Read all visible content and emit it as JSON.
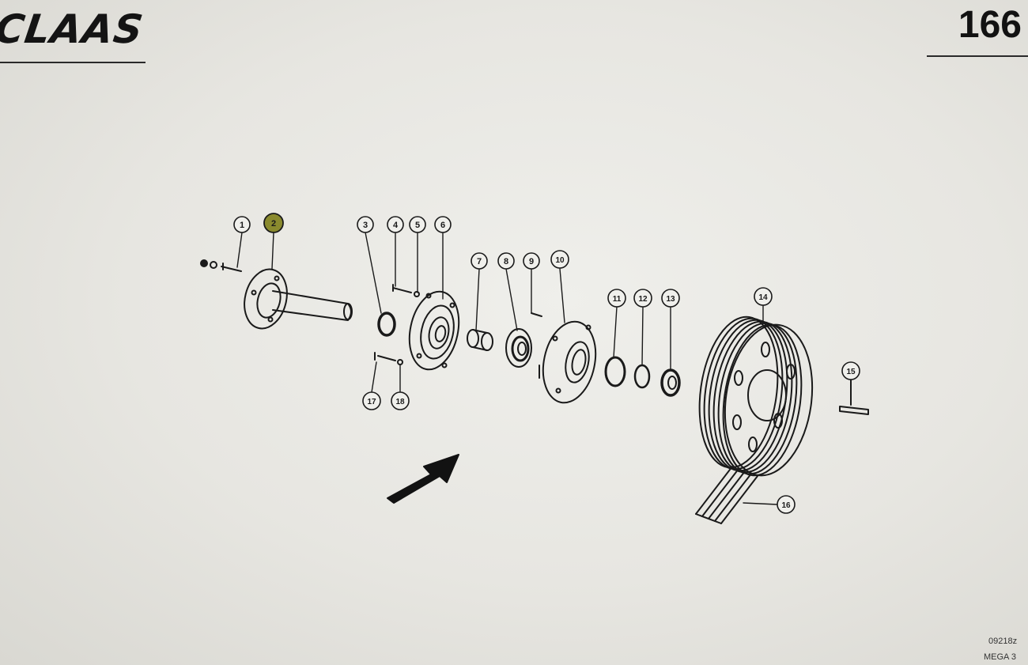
{
  "header": {
    "brand": "CLAAS",
    "page_number": "166"
  },
  "diagram": {
    "callouts": [
      "1",
      "2",
      "3",
      "4",
      "5",
      "6",
      "7",
      "8",
      "9",
      "10",
      "11",
      "12",
      "13",
      "14",
      "15",
      "16",
      "17",
      "18"
    ],
    "highlighted_callout": "2",
    "highlight_color": "#8a8a2e",
    "line_color": "#1a1a1a"
  },
  "footer": {
    "code_line_1": "09218z",
    "code_line_2": "MEGA 3"
  }
}
